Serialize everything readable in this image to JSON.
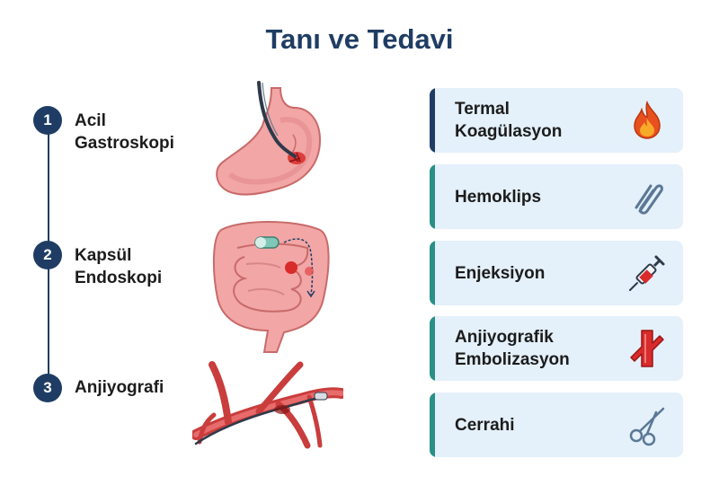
{
  "title": "Tanı ve Tedavi",
  "diagnosis_steps": [
    {
      "number": "1",
      "label": "Acil\nGastroskopi",
      "illustration": "stomach-endoscope"
    },
    {
      "number": "2",
      "label": "Kapsül\nEndoskopi",
      "illustration": "intestine-capsule"
    },
    {
      "number": "3",
      "label": "Anjiyografi",
      "illustration": "blood-vessels-catheter"
    }
  ],
  "treatments": [
    {
      "label": "Termal\nKoagülasyon",
      "icon": "flame-icon",
      "accent": "#1f3d64"
    },
    {
      "label": "Hemoklips",
      "icon": "paperclip-icon",
      "accent": "#2a8f86"
    },
    {
      "label": "Enjeksiyon",
      "icon": "syringe-icon",
      "accent": "#2a8f86"
    },
    {
      "label": "Anjiyografik\nEmbolizasyon",
      "icon": "blood-vessel-icon",
      "accent": "#2a8f86"
    },
    {
      "label": "Cerrahi",
      "icon": "scissors-icon",
      "accent": "#2a8f86"
    }
  ],
  "colors": {
    "navy": "#1f3d64",
    "teal": "#2a8f86",
    "card_bg": "#e4f0fa",
    "tissue": "#f2a6a6",
    "bleed": "#d92b2b"
  }
}
